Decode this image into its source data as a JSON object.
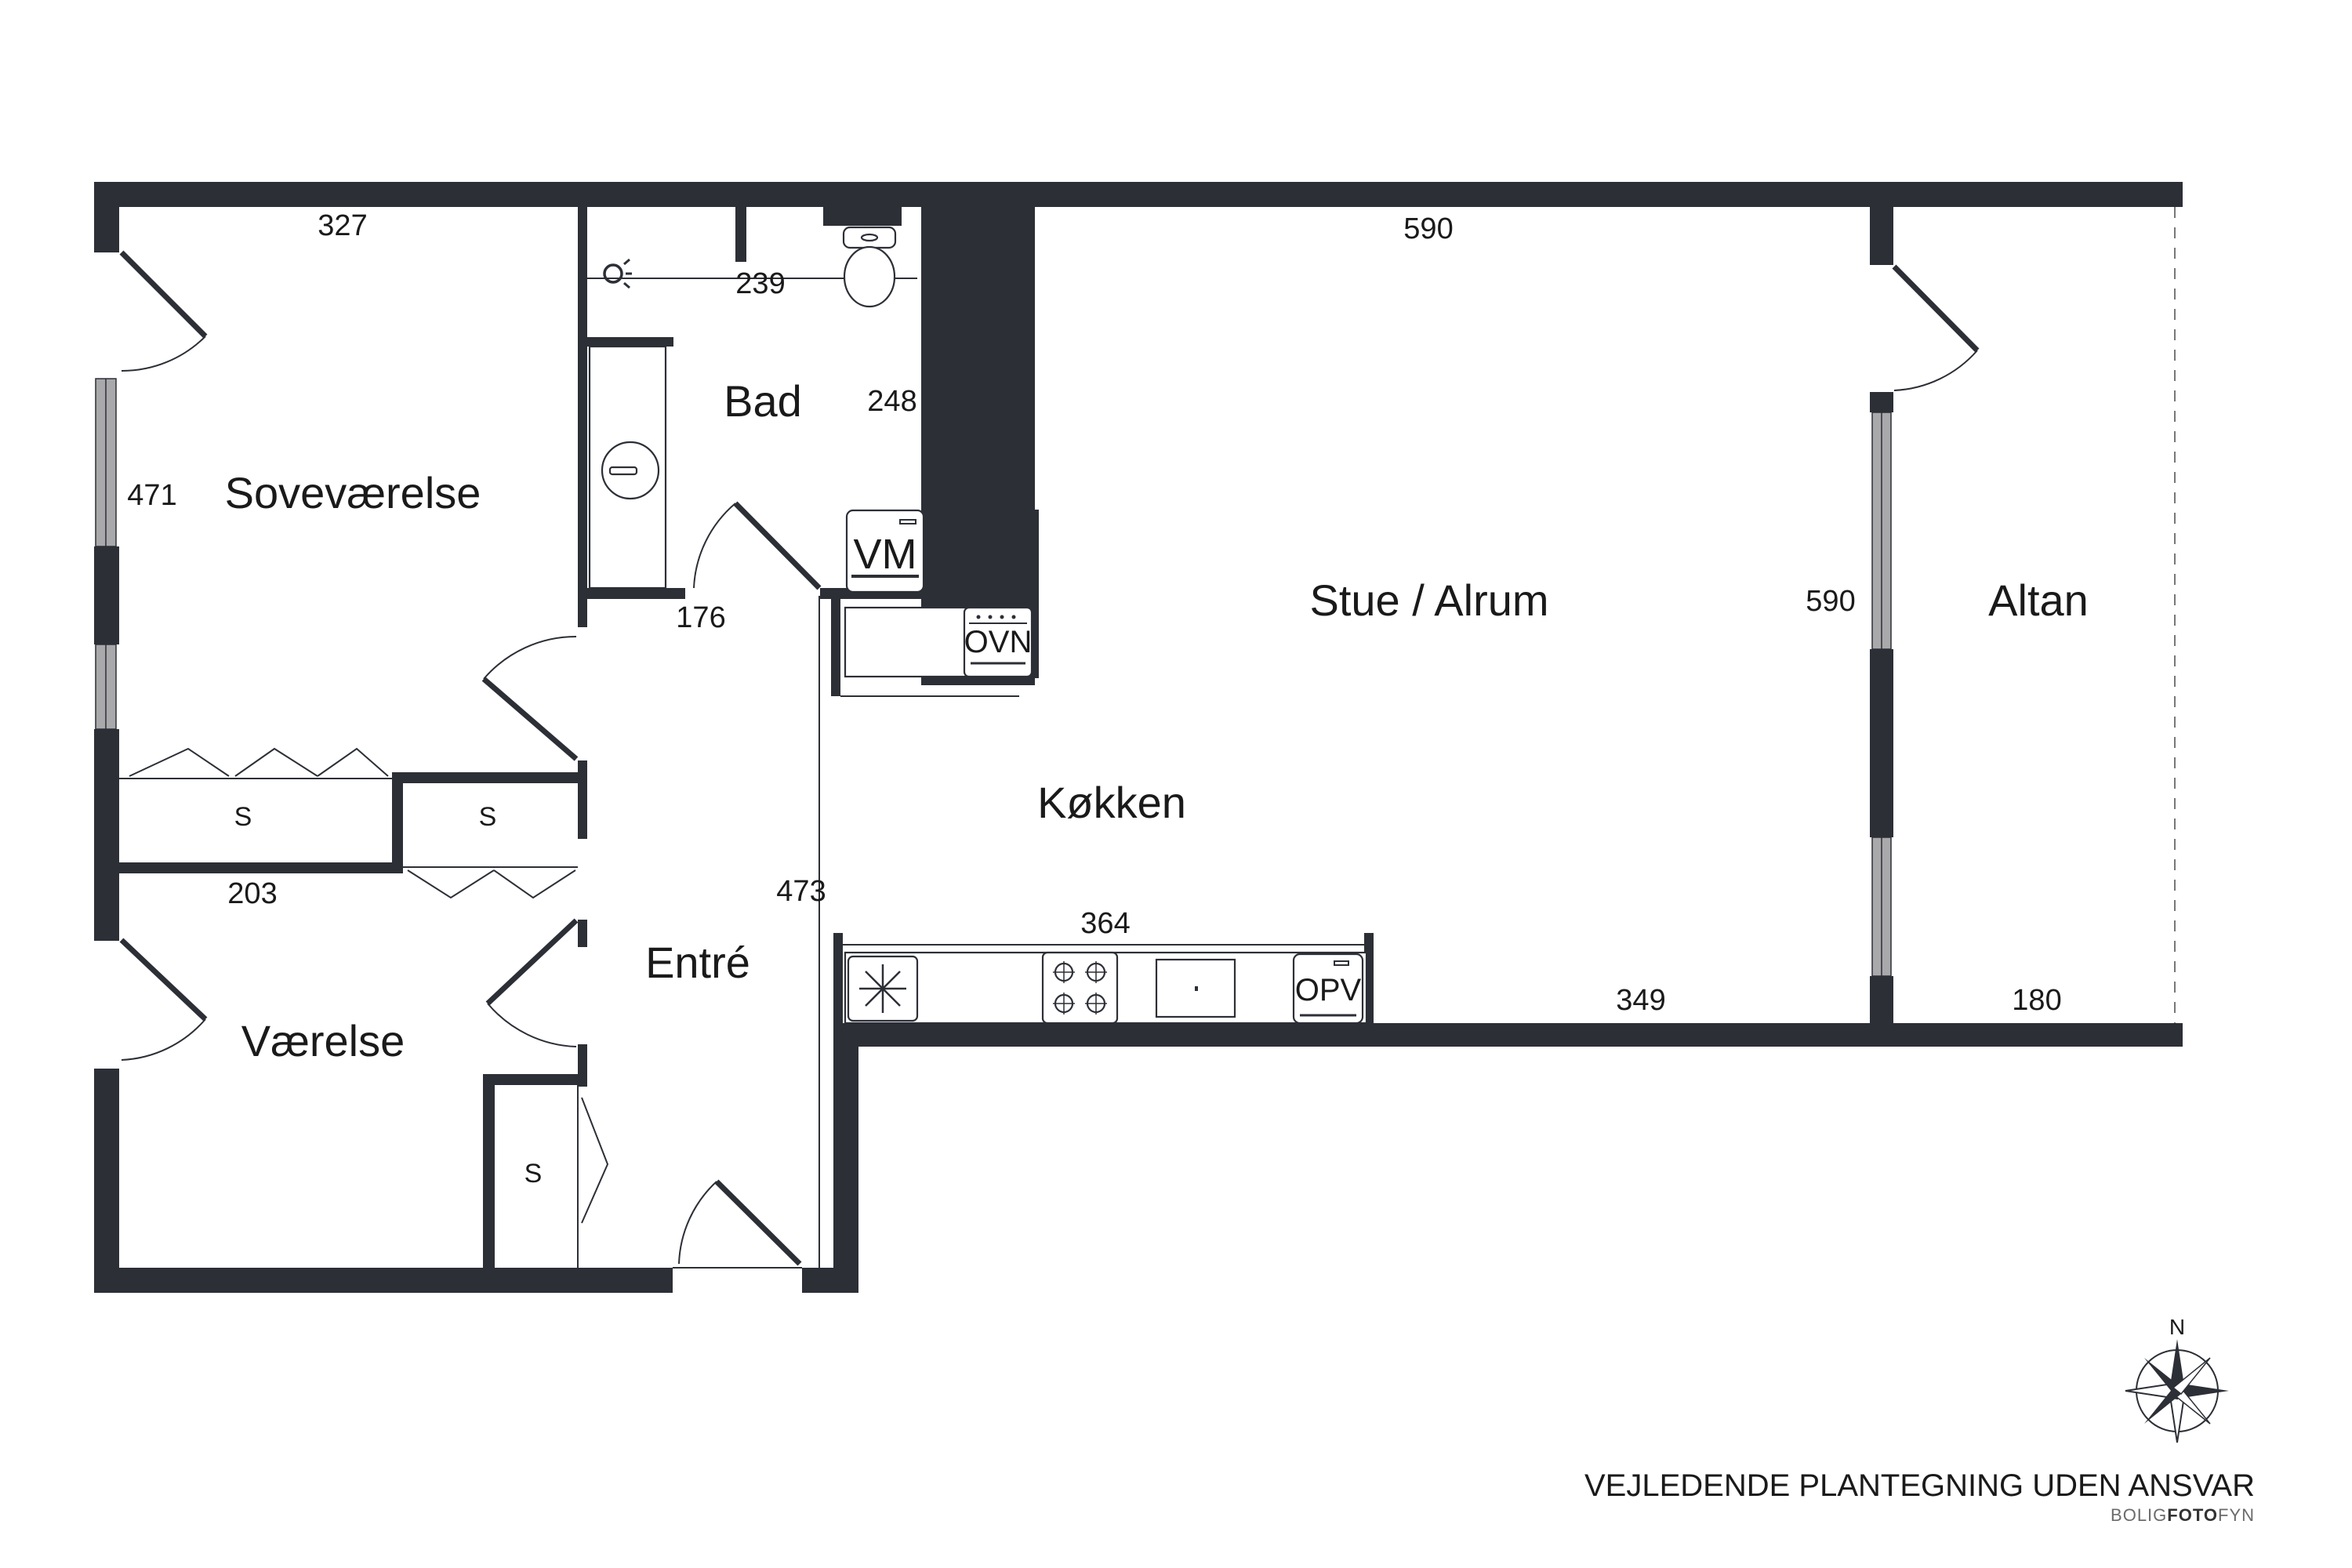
{
  "rooms": {
    "sovevaerelse": "Soveværelse",
    "bad": "Bad",
    "stue": "Stue / Alrum",
    "altan": "Altan",
    "koekken": "Køkken",
    "entre": "Entré",
    "vaerelse": "Værelse"
  },
  "dimensions": {
    "sove_top": "327",
    "sove_side": "471",
    "bad_top": "239",
    "bad_side": "248",
    "bad_bottom": "176",
    "stue_top": "590",
    "stue_side": "590",
    "stue_bottom": "349",
    "altan_bottom": "180",
    "vaerelse_top": "203",
    "entre_side": "473",
    "koekken_counter": "364"
  },
  "closets": {
    "s1": "S",
    "s2": "S",
    "s3": "S"
  },
  "appliances": {
    "vm": "VM",
    "ovn": "OVN",
    "opv": "OPV"
  },
  "compass": {
    "north": "N"
  },
  "footer": {
    "disclaimer": "VEJLEDENDE PLANTEGNING UDEN ANSVAR",
    "brand_a": "BOLIG",
    "brand_b": "FOTO",
    "brand_c": "FYN"
  },
  "colors": {
    "wall": "#2c2f36",
    "window": "#a9a9ab",
    "background": "#ffffff"
  }
}
